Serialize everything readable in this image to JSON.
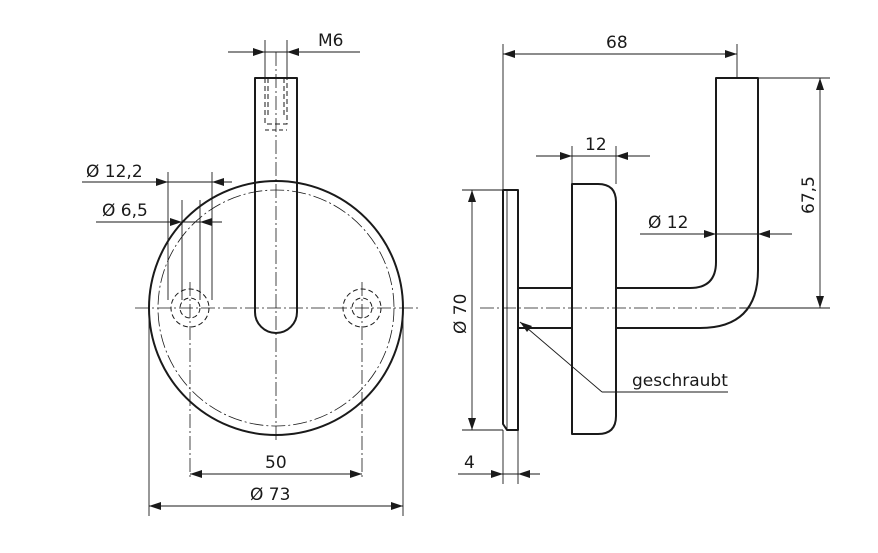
{
  "labels": {
    "m6": "M6",
    "d12_2": "Ø 12,2",
    "d6_5": "Ø 6,5",
    "d50": "50",
    "d73": "Ø 73",
    "d68": "68",
    "d12": "12",
    "d67_5": "67,5",
    "phi12": "Ø 12",
    "phi70": "Ø 70",
    "d4": "4",
    "geschraubt": "geschraubt"
  }
}
